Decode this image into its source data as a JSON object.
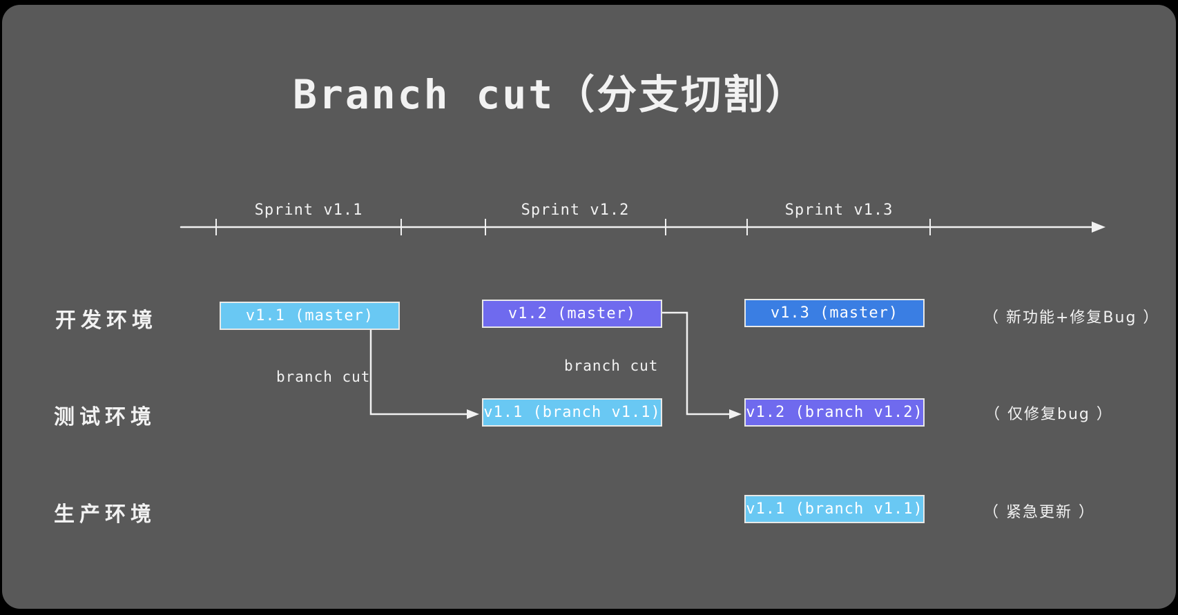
{
  "title": "Branch cut（分支切割）",
  "timeline": {
    "sprints": [
      "Sprint v1.1",
      "Sprint v1.2",
      "Sprint v1.3"
    ]
  },
  "rows": [
    {
      "label": "开发环境",
      "annotation": "（ 新功能+修复Bug ）"
    },
    {
      "label": "测试环境",
      "annotation": "（ 仅修复bug ）"
    },
    {
      "label": "生产环境",
      "annotation": "（ 紧急更新 ）"
    }
  ],
  "boxes": [
    {
      "id": "dev-v1.1-master",
      "label": "v1.1 (master)",
      "color": "#69c8f3"
    },
    {
      "id": "dev-v1.2-master",
      "label": "v1.2 (master)",
      "color": "#6f6aee"
    },
    {
      "id": "dev-v1.3-master",
      "label": "v1.3 (master)",
      "color": "#3a7ee3"
    },
    {
      "id": "test-v1.1-branch",
      "label": "v1.1 (branch v1.1)",
      "color": "#69c8f3"
    },
    {
      "id": "test-v1.2-branch",
      "label": "v1.2 (branch v1.2)",
      "color": "#6f6aee"
    },
    {
      "id": "prod-v1.1-branch",
      "label": "v1.1 (branch v1.1)",
      "color": "#69c8f3"
    }
  ],
  "connector_labels": [
    "branch cut",
    "branch cut"
  ],
  "colors": {
    "background": "#595959",
    "frame": "#000000",
    "text": "#f2f2f2",
    "line": "#f2f2f2",
    "box_border": "#e9e9e7",
    "light_blue": "#69c8f3",
    "indigo": "#6f6aee",
    "blue": "#3a7ee3"
  }
}
